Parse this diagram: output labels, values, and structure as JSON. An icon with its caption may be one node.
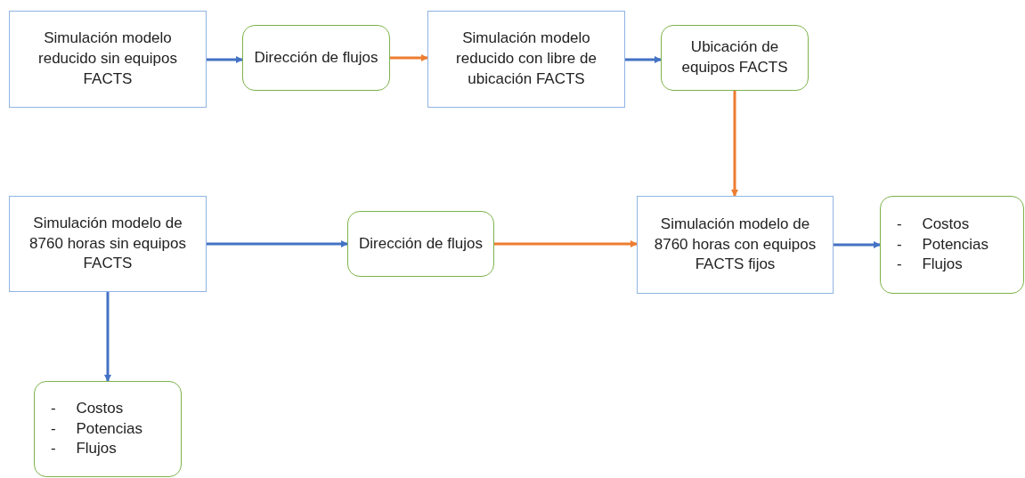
{
  "diagram": {
    "nodes": [
      {
        "text": [
          "Simulación modelo reducido sin equipos FACTS"
        ]
      },
      {
        "text": [
          "Dirección de flujos"
        ]
      },
      {
        "text": [
          "Simulación modelo reducido con libre de ubicación FACTS"
        ]
      },
      {
        "text": [
          "Ubicación de equipos FACTS"
        ]
      },
      {
        "text": [
          "Simulación modelo de 8760 horas sin equipos FACTS"
        ]
      },
      {
        "text": [
          "Dirección de flujos"
        ]
      },
      {
        "text": [
          "Simulación modelo de 8760 horas con equipos FACTS fijos"
        ]
      },
      {
        "text": [
          "- Costos",
          "- Potencias",
          "- Flujos"
        ]
      },
      {
        "text": [
          "- Costos",
          "- Potencias",
          "- Flujos"
        ]
      }
    ],
    "edges": [
      {
        "from": 0,
        "to": 1,
        "arrow": "to"
      },
      {
        "from": 1,
        "to": 2,
        "arrow": "to",
        "color": "#ed7d31"
      },
      {
        "from": 2,
        "to": 3,
        "arrow": "to"
      },
      {
        "from": 3,
        "to": 6,
        "arrow": "to",
        "color": "#ed7d31"
      },
      {
        "from": 4,
        "to": 5,
        "arrow": "to"
      },
      {
        "from": 5,
        "to": 6,
        "arrow": "to",
        "color": "#ed7d31"
      },
      {
        "from": 6,
        "to": 7,
        "arrow": "to"
      },
      {
        "from": 4,
        "to": 8,
        "arrow": "to"
      }
    ]
  }
}
